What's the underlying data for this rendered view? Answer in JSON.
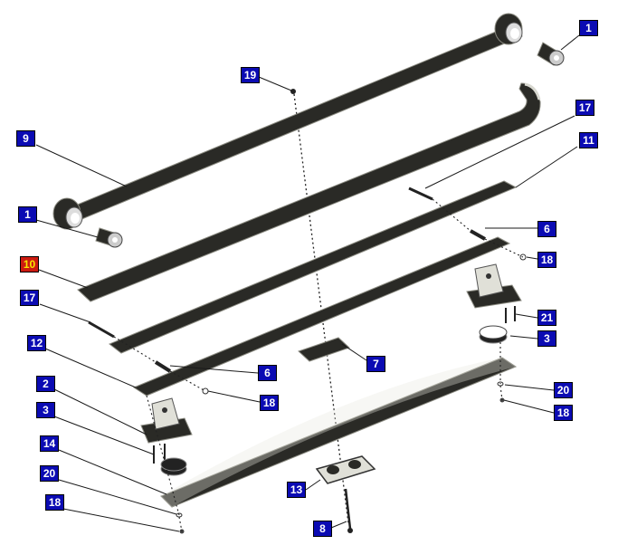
{
  "colors": {
    "callout_bg": "#0b0bb3",
    "callout_highlight_bg": "#cc1b10",
    "callout_highlight_text": "#f6e600",
    "part_fill": "#2a2a26",
    "part_edge": "#8a8a80",
    "leader": "#1a1a1a"
  },
  "callouts": [
    {
      "id": "c1a",
      "label": "1"
    },
    {
      "id": "c1b",
      "label": "1"
    },
    {
      "id": "c19",
      "label": "19"
    },
    {
      "id": "c9",
      "label": "9"
    },
    {
      "id": "c17a",
      "label": "17"
    },
    {
      "id": "c11",
      "label": "11"
    },
    {
      "id": "c6a",
      "label": "6"
    },
    {
      "id": "c18a",
      "label": "18"
    },
    {
      "id": "c10",
      "label": "10",
      "highlight": true
    },
    {
      "id": "c17b",
      "label": "17"
    },
    {
      "id": "c21",
      "label": "21"
    },
    {
      "id": "c3a",
      "label": "3"
    },
    {
      "id": "c12",
      "label": "12"
    },
    {
      "id": "c7",
      "label": "7"
    },
    {
      "id": "c6b",
      "label": "6"
    },
    {
      "id": "c2",
      "label": "2"
    },
    {
      "id": "c18b",
      "label": "18"
    },
    {
      "id": "c20a",
      "label": "20"
    },
    {
      "id": "c3b",
      "label": "3"
    },
    {
      "id": "c18c",
      "label": "18"
    },
    {
      "id": "c14",
      "label": "14"
    },
    {
      "id": "c20b",
      "label": "20"
    },
    {
      "id": "c13",
      "label": "13"
    },
    {
      "id": "c18d",
      "label": "18"
    },
    {
      "id": "c8",
      "label": "8"
    }
  ]
}
